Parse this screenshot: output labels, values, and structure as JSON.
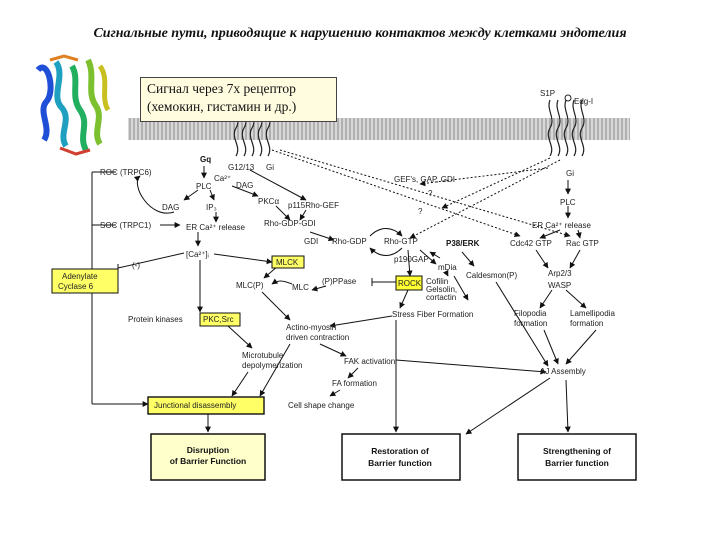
{
  "title": "Сигнальные пути, приводящие к нарушению контактов между клетками эндотелия",
  "callout": {
    "line1": "Сигнал через 7х рецептор",
    "line2": "(хемокин, гистамин и др.)"
  },
  "colors": {
    "membrane": "#9a9a9a",
    "highlight": "#ffff66",
    "outcome_box": "#ffffcc",
    "rock": "#ffff33",
    "arrow": "#111111"
  },
  "labels": {
    "s1p": "S1P",
    "edg": "Edg-I",
    "gq": "Gq",
    "g1213": "G12/13",
    "gi": "Gi",
    "gi_right": "Gi",
    "rdc": "ROC (TRPC6)",
    "soc": "SOC (TRPC1)",
    "plc": "PLC",
    "plc_right": "PLC",
    "ca": "Ca²⁺",
    "dag": "DAG",
    "dag2": "DAG",
    "ip3": "IP₃",
    "pkca": "PKCα",
    "p115": "p115Rho-GEF",
    "gefs": "GEF's, GAP, GDI",
    "q1": "?",
    "q2": "?",
    "er_release": "ER Ca²⁺ release",
    "er_release_right": "ER Ca²⁺ release",
    "rho_gdp_gdi": "Rho-GDP-GDI",
    "gdi": "GDI",
    "rho_gdp": "Rho-GDP",
    "rho_gtp": "Rho-GTP",
    "p38": "P38/ERK",
    "cdc42": "Cdc42 GTP",
    "rac": "Rac GTP",
    "ca_i": "[Ca²⁺]ᵢ",
    "minus": "(-)",
    "adenylate1": "Adenylate",
    "adenylate2": "Cyclase 6",
    "mlck": "MLCK",
    "p190": "p190GAP",
    "mdia": "mDia",
    "caldesmon": "Caldesmon(P)",
    "arp": "Arp2/3",
    "wasp": "WASP",
    "mlcp": "MLC(P)",
    "mlc": "MLC",
    "pppase": "(P)PPase",
    "rock": "ROCK",
    "cofilin1": "Cofilin",
    "cofilin2": "Gelsolin,",
    "cofilin3": "cortactin",
    "protein_kinases": "Protein kinases",
    "pkc_src": "PKC,Src",
    "stress": "Stress Fiber Formation",
    "filopodia1": "Filopodia",
    "filopodia2": "formation",
    "lamellipodia1": "Lamellipodia",
    "lamellipodia2": "formation",
    "actomyosin1": "Actino-myosin",
    "actomyosin2": "driven contraction",
    "microtubule1": "Microtubule",
    "microtubule2": "depolymerization",
    "fak": "FAK activation",
    "aj": "AJ Assembly",
    "fa": "FA formation",
    "junctional": "Junctional disassembly",
    "cellshape": "Cell shape change"
  },
  "outcomes": {
    "disruption1": "Disruption",
    "disruption2": "of Barrier Function",
    "restoration1": "Restoration of",
    "restoration2": "Barrier function",
    "strengthening1": "Strengthening of",
    "strengthening2": "Barrier function"
  }
}
